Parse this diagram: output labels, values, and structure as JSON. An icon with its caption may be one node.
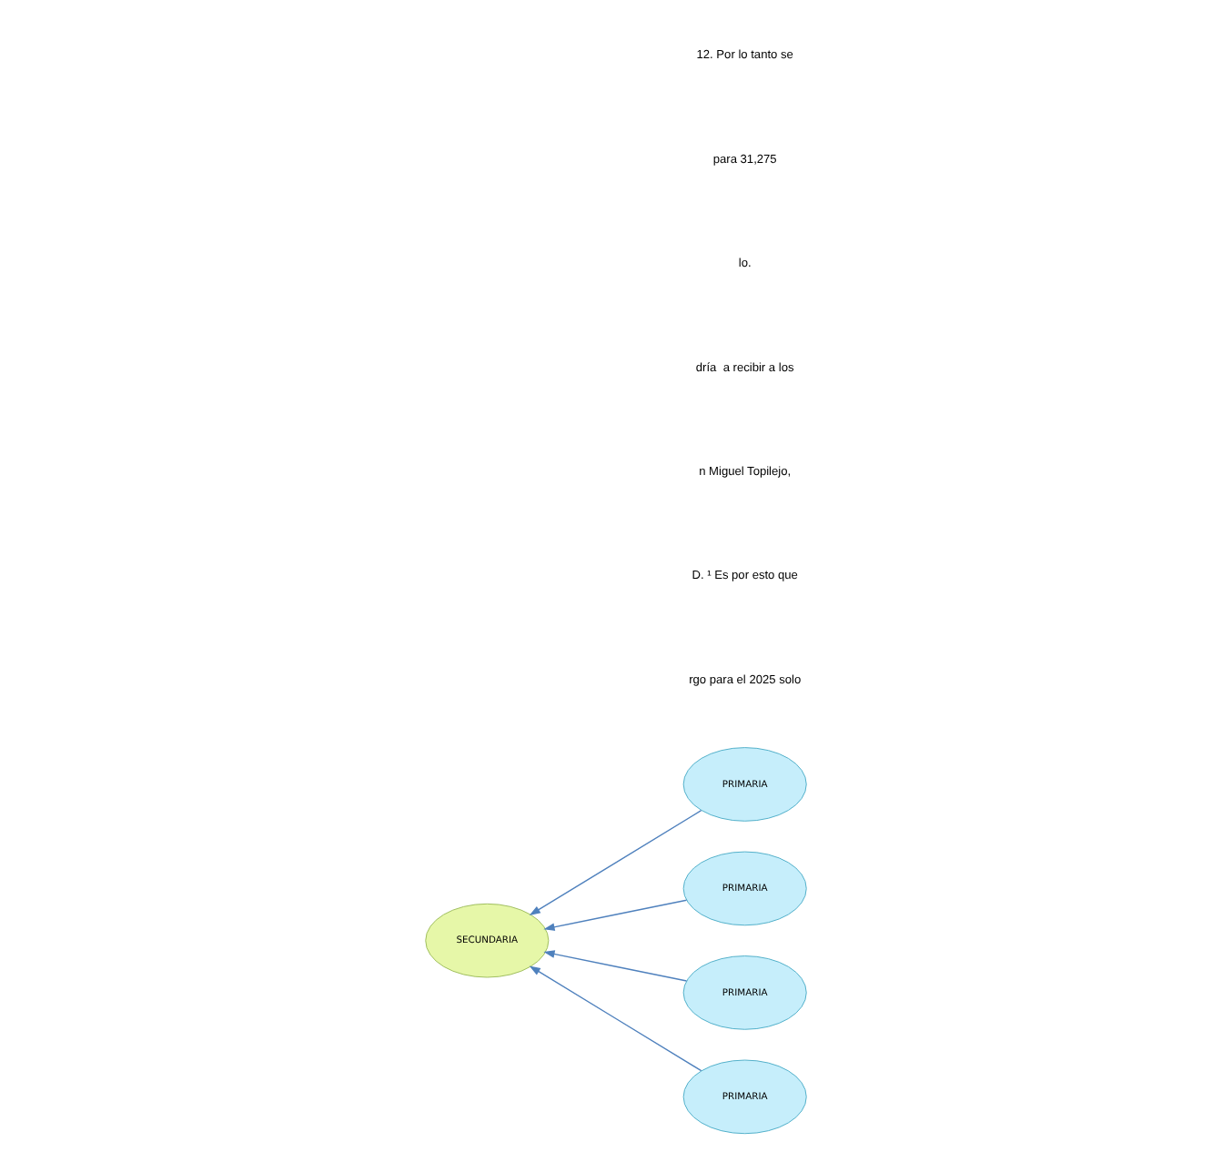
{
  "diagram": {
    "nodes": [
      {
        "text": [
          "SECUNDARIA"
        ]
      },
      {
        "text": [
          "PRIMARIA"
        ]
      },
      {
        "text": [
          "PRIMARIA"
        ]
      },
      {
        "text": [
          "PRIMARIA"
        ]
      },
      {
        "text": [
          "PRIMARIA"
        ]
      }
    ],
    "edges": [
      {
        "from": 1,
        "to": 0,
        "arrow": "to"
      },
      {
        "from": 2,
        "to": 0,
        "arrow": "to"
      },
      {
        "from": 3,
        "to": 0,
        "arrow": "to"
      },
      {
        "from": 4,
        "to": 0,
        "arrow": "to"
      }
    ],
    "labels": [
      "rgo para el 2025 solo",
      "D. ¹ Es por esto que",
      "n Miguel Topilejo,",
      "dría  a recibir a los",
      "lo.",
      "para 31,275",
      "12. Por lo tanto se"
    ]
  }
}
